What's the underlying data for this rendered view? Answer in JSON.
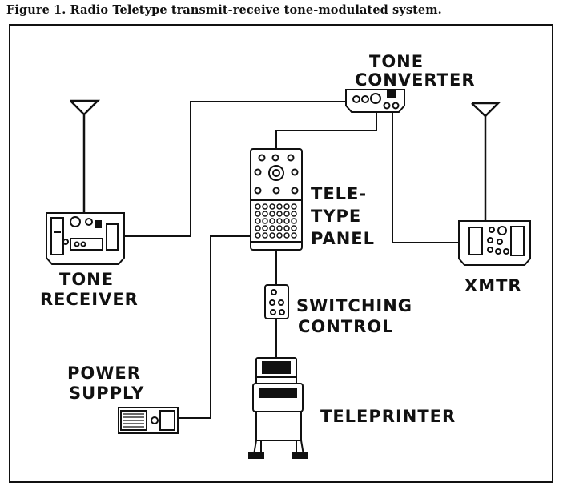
{
  "caption": "Figure 1.  Radio Teletype transmit-receive tone-modulated system.",
  "labels": {
    "tone_converter": [
      "TONE",
      "CONVERTER"
    ],
    "tele_type_panel": [
      "TELE-",
      "TYPE",
      "PANEL"
    ],
    "tone_receiver": [
      "TONE",
      "RECEIVER"
    ],
    "xmtr": "XMTR",
    "switching_control": [
      "SWITCHING",
      "CONTROL"
    ],
    "power_supply": [
      "POWER",
      "SUPPLY"
    ],
    "teleprinter": "TELEPRINTER"
  }
}
